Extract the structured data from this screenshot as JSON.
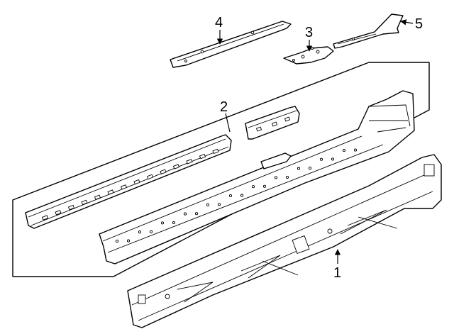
{
  "diagram": {
    "callouts": {
      "c1": "1",
      "c2": "2",
      "c3": "3",
      "c4": "4",
      "c5": "5"
    }
  }
}
